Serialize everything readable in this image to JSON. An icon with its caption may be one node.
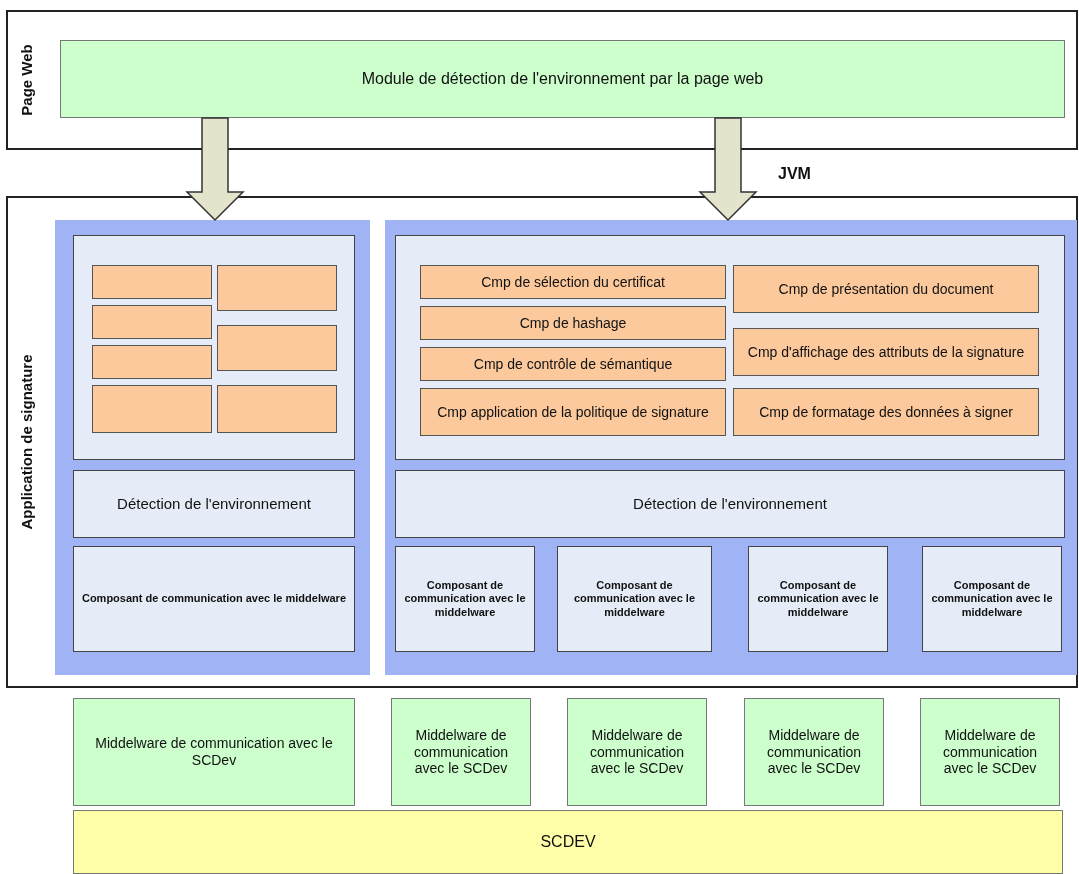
{
  "diagram": {
    "nodes": [
      {
        "text": [
          "Page Web"
        ]
      },
      {
        "text": [
          "Module de détection de l'environnement par la page web"
        ],
        "in": 0
      },
      {
        "text": [
          "Application de signature"
        ]
      },
      {
        "text": [],
        "shape": "box",
        "in": 2
      },
      {
        "text": [],
        "shape": "box",
        "in": 3
      },
      {
        "text": [],
        "shape": "box",
        "in": 4
      },
      {
        "text": [],
        "shape": "box",
        "in": 4
      },
      {
        "text": [],
        "shape": "box",
        "in": 4
      },
      {
        "text": [],
        "shape": "box",
        "in": 4
      },
      {
        "text": [],
        "shape": "box",
        "in": 4
      },
      {
        "text": [],
        "shape": "box",
        "in": 4
      },
      {
        "text": [],
        "shape": "box",
        "in": 4
      },
      {
        "text": [
          "Détection de l'environnement"
        ],
        "in": 3
      },
      {
        "text": [
          "Composant de communication avec le middelware"
        ],
        "in": 3
      },
      {
        "text": [],
        "shape": "box",
        "in": 2
      },
      {
        "text": [],
        "shape": "box",
        "in": 14
      },
      {
        "text": [
          "Cmp de sélection du certificat"
        ],
        "in": 15
      },
      {
        "text": [
          "Cmp de présentation du document"
        ],
        "in": 15
      },
      {
        "text": [
          "Cmp de hashage"
        ],
        "in": 15
      },
      {
        "text": [
          "Cmp d'affichage des attributs de la signature"
        ],
        "in": 15
      },
      {
        "text": [
          "Cmp de contrôle de sémantique"
        ],
        "in": 15
      },
      {
        "text": [
          "Cmp application de la politique de signature"
        ],
        "in": 15
      },
      {
        "text": [
          "Cmp de formatage des données à signer"
        ],
        "in": 15
      },
      {
        "text": [
          "Détection de l'environnement"
        ],
        "in": 14
      },
      {
        "text": [
          "Composant de communication avec le middelware"
        ],
        "in": 14
      },
      {
        "text": [
          "Composant de communication avec le middelware"
        ],
        "in": 14
      },
      {
        "text": [
          "Composant de communication avec le middelware"
        ],
        "in": 14
      },
      {
        "text": [
          "Composant de communication avec le middelware"
        ],
        "in": 14
      },
      {
        "text": [
          "Middelware de communication avec le SCDev"
        ]
      },
      {
        "text": [
          "Middelware de communication avec le SCDev"
        ]
      },
      {
        "text": [
          "Middelware de communication avec le SCDev"
        ]
      },
      {
        "text": [
          "Middelware de communication avec le SCDev"
        ]
      },
      {
        "text": [
          "Middelware de communication avec le SCDev"
        ]
      },
      {
        "text": [
          "SCDEV"
        ]
      }
    ],
    "edges": [
      {
        "from": 1,
        "to": 3,
        "arrow": "to",
        "style": "thick"
      },
      {
        "from": 1,
        "to": 14,
        "arrow": "to",
        "style": "thick",
        "label": "JVM"
      }
    ]
  }
}
